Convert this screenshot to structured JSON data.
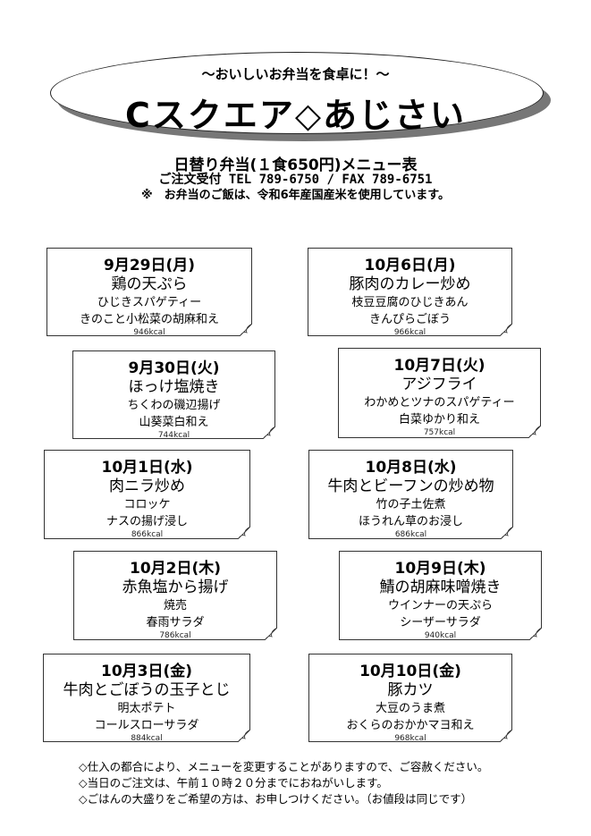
{
  "header": {
    "subtitle": "～おいしいお弁当を食卓に！～",
    "title": "Cスクエア◇あじさい",
    "menu_title": "日替り弁当(１食650円)メニュー表",
    "order_line": "ご注文受付 TEL 789-6750 / FAX 789-6751",
    "rice_note": "※　お弁当のご飯は、令和6年産国産米を使用しています。"
  },
  "menus": [
    {
      "date": "9月29日(月)",
      "main": "鶏の天ぷら",
      "side1": "ひじきスパゲティー",
      "side2": "きのこと小松菜の胡麻和え",
      "kcal": "946kcal"
    },
    {
      "date": "9月30日(火)",
      "main": "ほっけ塩焼き",
      "side1": "ちくわの磯辺揚げ",
      "side2": "山葵菜白和え",
      "kcal": "744kcal"
    },
    {
      "date": "10月1日(水)",
      "main": "肉ニラ炒め",
      "side1": "コロッケ",
      "side2": "ナスの揚げ浸し",
      "kcal": "866kcal"
    },
    {
      "date": "10月2日(木)",
      "main": "赤魚塩から揚げ",
      "side1": "焼売",
      "side2": "春雨サラダ",
      "kcal": "786kcal"
    },
    {
      "date": "10月3日(金)",
      "main": "牛肉とごぼうの玉子とじ",
      "side1": "明太ポテト",
      "side2": "コールスローサラダ",
      "kcal": "884kcal"
    },
    {
      "date": "10月6日(月)",
      "main": "豚肉のカレー炒め",
      "side1": "枝豆豆腐のひじきあん",
      "side2": "きんぴらごぼう",
      "kcal": "966kcal"
    },
    {
      "date": "10月7日(火)",
      "main": "アジフライ",
      "side1": "わかめとツナのスパゲティー",
      "side2": "白菜ゆかり和え",
      "kcal": "757kcal"
    },
    {
      "date": "10月8日(水)",
      "main": "牛肉とビーフンの炒め物",
      "side1": "竹の子土佐煮",
      "side2": "ほうれん草のお浸し",
      "kcal": "686kcal"
    },
    {
      "date": "10月9日(木)",
      "main": "鯖の胡麻味噌焼き",
      "side1": "ウインナーの天ぷら",
      "side2": "シーザーサラダ",
      "kcal": "940kcal"
    },
    {
      "date": "10月10日(金)",
      "main": "豚カツ",
      "side1": "大豆のうま煮",
      "side2": "おくらのおかかマヨ和え",
      "kcal": "968kcal"
    }
  ],
  "notes": [
    "◇仕入の都合により、メニューを変更することがありますので、ご容赦ください。",
    "◇当日のご注文は、午前１０時２０分までにおねがいします。",
    "◇ごはんの大盛りをご希望の方は、お申しつけください。（お値段は同じです）"
  ]
}
